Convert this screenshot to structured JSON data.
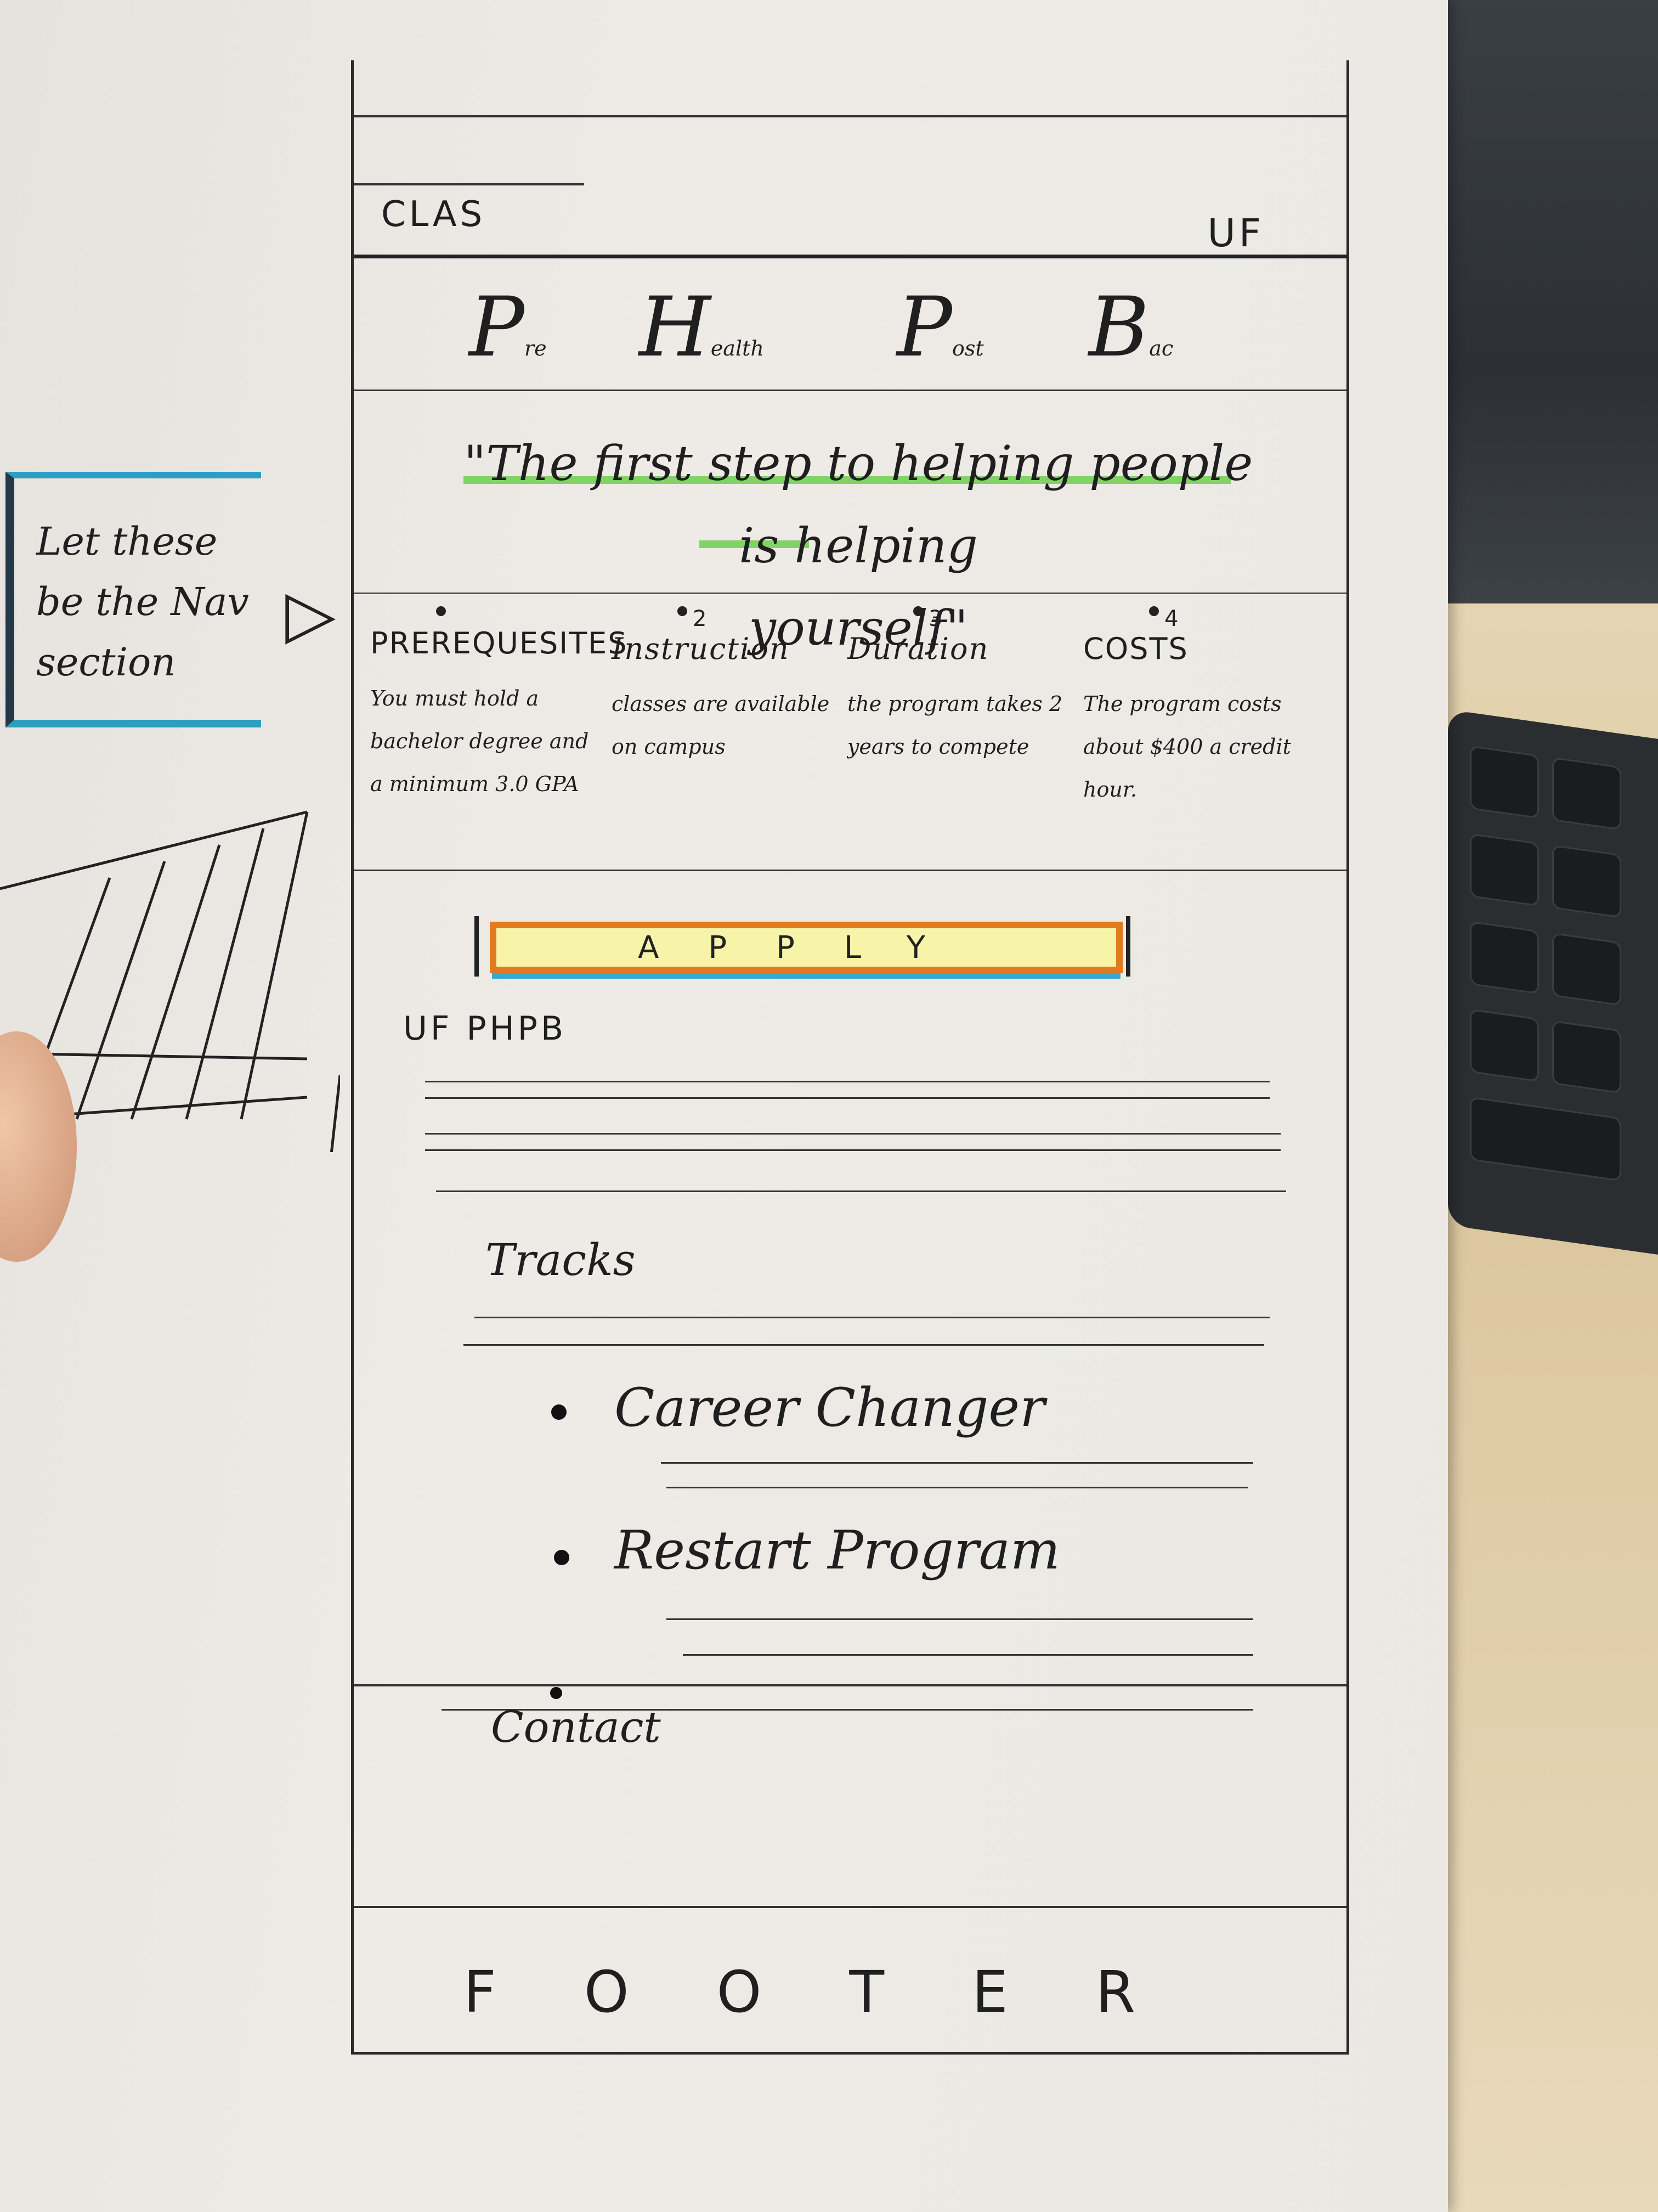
{
  "header": {
    "left_brand": "CLAS",
    "right_brand": "UF"
  },
  "nav": {
    "items": [
      {
        "initial": "P",
        "suffix": "re"
      },
      {
        "initial": "H",
        "suffix": "ealth"
      },
      {
        "initial": "P",
        "suffix": "ost"
      },
      {
        "initial": "B",
        "suffix": "ac"
      }
    ]
  },
  "quote": {
    "text_line1": "\"The first step to helping people is helping",
    "text_line2": "yourself\""
  },
  "info": {
    "columns": [
      {
        "number": "",
        "title": "PREREQUESITES",
        "body": "You must hold a bachelor degree and a minimum 3.0 GPA"
      },
      {
        "number": "2",
        "title": "Instruction",
        "body": "classes are available on campus"
      },
      {
        "number": "3",
        "title": "Duration",
        "body": "the program takes 2 years to compete"
      },
      {
        "number": "4",
        "title": "COSTS",
        "body": "The program costs about $400 a credit hour."
      }
    ]
  },
  "apply": {
    "label": "APPLY"
  },
  "program": {
    "name": "UF PHPB"
  },
  "tracks": {
    "heading": "Tracks",
    "items": [
      "Career Changer",
      "Restart Program",
      ""
    ]
  },
  "contact": {
    "heading": "Contact"
  },
  "footer": {
    "label": "FOOTER"
  },
  "annotations": {
    "nav_note": "Let these be the Nav section"
  },
  "colors": {
    "highlight_green": "#6fcf4f",
    "apply_orange": "#e07b1f",
    "apply_yellow": "#f7f3a8",
    "accent_blue": "#2a9fbf"
  }
}
